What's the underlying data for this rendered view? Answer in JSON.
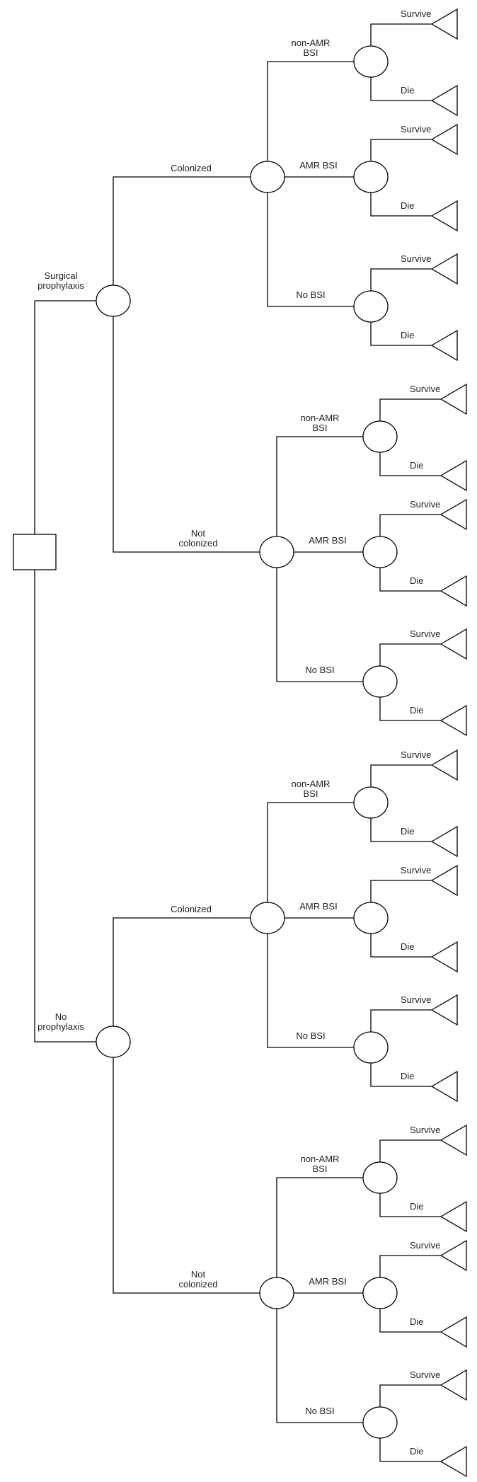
{
  "tree": {
    "root": {
      "kind": "decision"
    },
    "strategies": [
      {
        "label": [
          "Surgical",
          "prophylaxis"
        ],
        "branches": [
          {
            "label": [
              "Colonized"
            ],
            "infections": [
              {
                "label": [
                  "non-AMR",
                  "BSI"
                ],
                "outcomes": [
                  "Survive",
                  "Die"
                ]
              },
              {
                "label": [
                  "AMR BSI"
                ],
                "outcomes": [
                  "Survive",
                  "Die"
                ]
              },
              {
                "label": [
                  "No BSI"
                ],
                "outcomes": [
                  "Survive",
                  "Die"
                ]
              }
            ]
          },
          {
            "label": [
              "Not",
              "colonized"
            ],
            "infections": [
              {
                "label": [
                  "non-AMR",
                  "BSI"
                ],
                "outcomes": [
                  "Survive",
                  "Die"
                ]
              },
              {
                "label": [
                  "AMR BSI"
                ],
                "outcomes": [
                  "Survive",
                  "Die"
                ]
              },
              {
                "label": [
                  "No BSI"
                ],
                "outcomes": [
                  "Survive",
                  "Die"
                ]
              }
            ]
          }
        ]
      },
      {
        "label": [
          "No",
          "prophylaxis"
        ],
        "branches": [
          {
            "label": [
              "Colonized"
            ],
            "infections": [
              {
                "label": [
                  "non-AMR",
                  "BSI"
                ],
                "outcomes": [
                  "Survive",
                  "Die"
                ]
              },
              {
                "label": [
                  "AMR BSI"
                ],
                "outcomes": [
                  "Survive",
                  "Die"
                ]
              },
              {
                "label": [
                  "No BSI"
                ],
                "outcomes": [
                  "Survive",
                  "Die"
                ]
              }
            ]
          },
          {
            "label": [
              "Not",
              "colonized"
            ],
            "infections": [
              {
                "label": [
                  "non-AMR",
                  "BSI"
                ],
                "outcomes": [
                  "Survive",
                  "Die"
                ]
              },
              {
                "label": [
                  "AMR BSI"
                ],
                "outcomes": [
                  "Survive",
                  "Die"
                ]
              },
              {
                "label": [
                  "No BSI"
                ],
                "outcomes": [
                  "Survive",
                  "Die"
                ]
              }
            ]
          }
        ]
      }
    ]
  }
}
